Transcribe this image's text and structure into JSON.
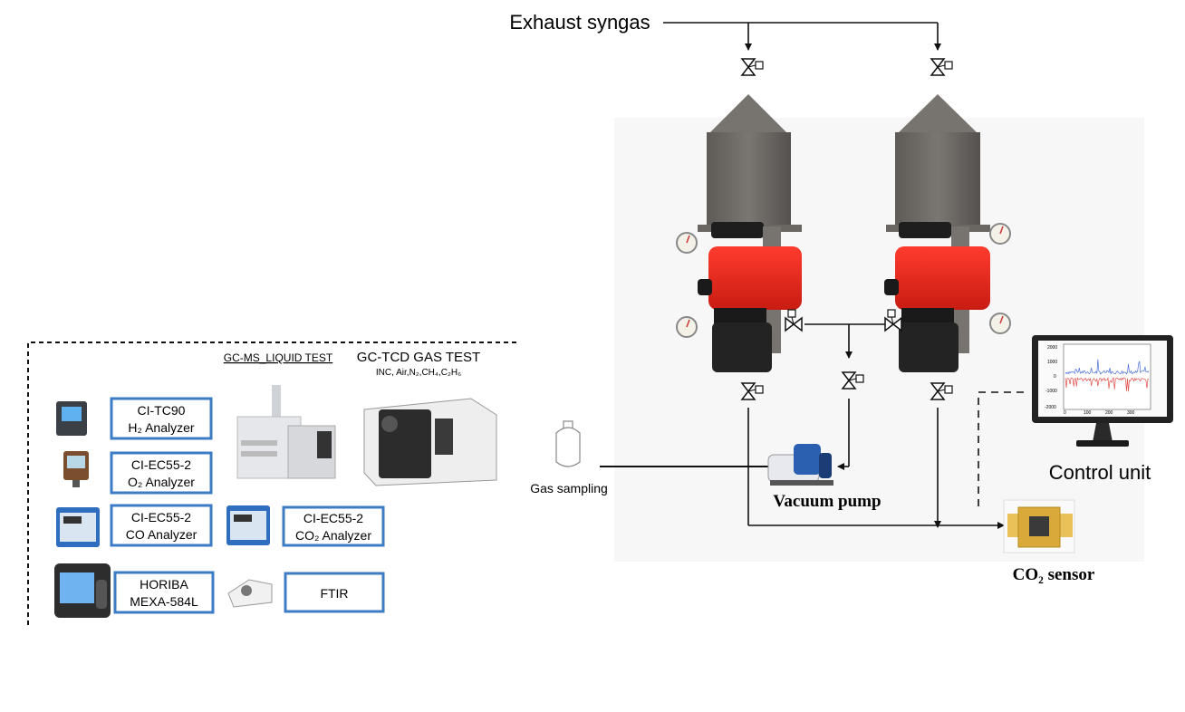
{
  "labels": {
    "exhaust": "Exhaust syngas",
    "gc_ms": "GC-MS_LIQUID TEST",
    "gc_tcd": "GC-TCD GAS TEST",
    "gc_tcd_sub": "INC, Air,N₂,CH₄,C₂H₆",
    "gas_sampling": "Gas sampling",
    "vacuum_pump": "Vacuum pump",
    "control_unit": "Control unit",
    "co2_sensor": "CO₂ sensor"
  },
  "analyzers": [
    {
      "line1": "CI-TC90",
      "line2": "H₂ Analyzer"
    },
    {
      "line1": "CI-EC55-2",
      "line2": "O₂ Analyzer"
    },
    {
      "line1": "CI-EC55-2",
      "line2": "CO Analyzer"
    },
    {
      "line1": "CI-EC55-2",
      "line2": "CO₂ Analyzer"
    },
    {
      "line1": "HORIBA",
      "line2": "MEXA-584L"
    },
    {
      "line1": "FTIR",
      "line2": ""
    }
  ],
  "monitor_axis": {
    "y_ticks": [
      "2000",
      "1000",
      "0",
      "-1000",
      "-2000"
    ],
    "x_ticks": [
      "0",
      "100",
      "200",
      "300"
    ]
  },
  "colors": {
    "box_border": "#3b7cc4",
    "heater_red": "#e8271c",
    "reactor_gray": "#6e6a66",
    "pipe": "#111111"
  }
}
